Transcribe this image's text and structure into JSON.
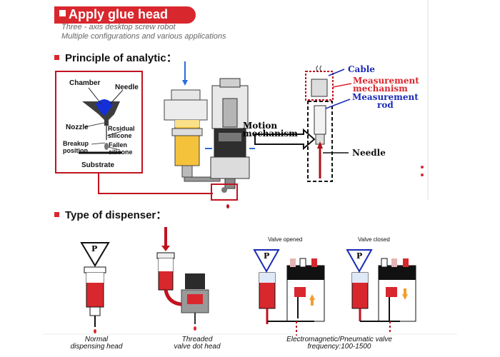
{
  "header": {
    "title": "Apply glue head",
    "subtitle1": "Three - axis desktop screw robot",
    "subtitle2": "Multiple configurations and various applications"
  },
  "principle": {
    "heading": "Principle of analytic：",
    "chamber": "Chamber",
    "needle_top": "Needle",
    "nozzle": "Nozzle",
    "residual": "Rcsidual\nsilicone",
    "breakup": "Breakup\nposition",
    "fallen": "Fallen\nsilicone",
    "substrate": "Substrate",
    "motion": "Motion\nmechanism",
    "cable": "Cable",
    "measurement_mechanism": "Measurement\nmechanism",
    "measurement_rod": "Measurement\nrod",
    "needle": "Needle"
  },
  "dispenser": {
    "heading": "Type of dispenser：",
    "p_label": "P",
    "valve_opened": "Valve opened",
    "valve_closed": "Valve closed",
    "normal_caption": "Normal\ndispensing head",
    "threaded_caption": "Threaded\nvalve dot head",
    "electro_caption": "Electromagnetic/Pneumatic valve\nfrequency:100-1500"
  },
  "colors": {
    "accent_red": "#d9272e",
    "label_blue": "#1b2bb5",
    "dark_red": "#c1121f"
  }
}
